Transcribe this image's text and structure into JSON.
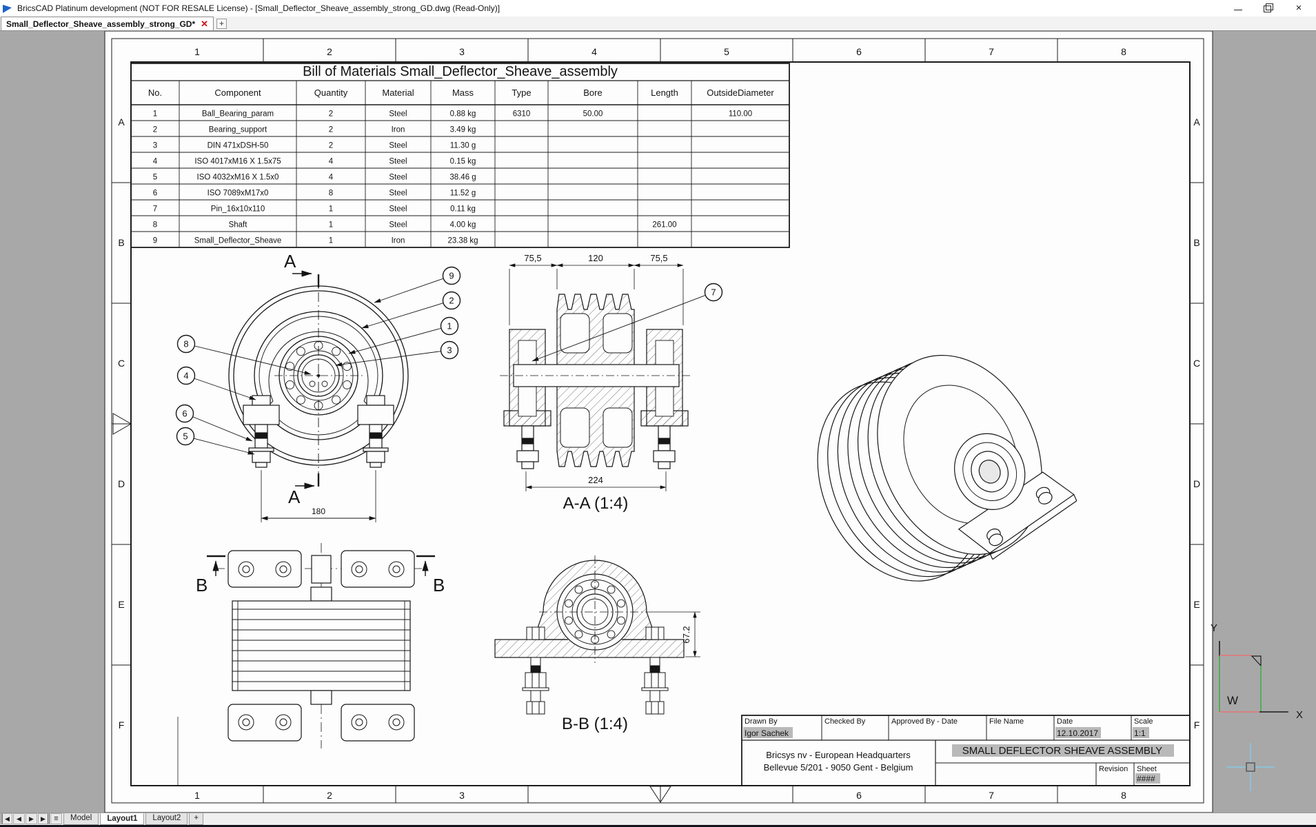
{
  "window": {
    "title": "BricsCAD Platinum development (NOT FOR RESALE License) - [Small_Deflector_Sheave_assembly_strong_GD.dwg (Read-Only)]"
  },
  "doc_tabs": {
    "active": "Small_Deflector_Sheave_assembly_strong_GD*",
    "close": "✕",
    "new": "+"
  },
  "layout_tabs": {
    "tabs": [
      "Model",
      "Layout1",
      "Layout2"
    ],
    "active": "Layout1",
    "add": "+"
  },
  "nav_icons": {
    "first": "◀",
    "prev": "◀",
    "next": "▶",
    "last": "▶",
    "list": "≡"
  },
  "bom": {
    "title": "Bill of Materials Small_Deflector_Sheave_assembly",
    "headers": [
      "No.",
      "Component",
      "Quantity",
      "Material",
      "Mass",
      "Type",
      "Bore",
      "Length",
      "OutsideDiameter"
    ],
    "rows": [
      {
        "no": "1",
        "component": "Ball_Bearing_param",
        "quantity": "2",
        "material": "Steel",
        "mass": "0.88 kg",
        "type": "6310",
        "bore": "50.00",
        "length": "",
        "outside_diameter": "110.00"
      },
      {
        "no": "2",
        "component": "Bearing_support",
        "quantity": "2",
        "material": "Iron",
        "mass": "3.49 kg",
        "type": "",
        "bore": "",
        "length": "",
        "outside_diameter": ""
      },
      {
        "no": "3",
        "component": "DIN 471xDSH-50",
        "quantity": "2",
        "material": "Steel",
        "mass": "11.30 g",
        "type": "",
        "bore": "",
        "length": "",
        "outside_diameter": ""
      },
      {
        "no": "4",
        "component": "ISO 4017xM16 X 1.5x75",
        "quantity": "4",
        "material": "Steel",
        "mass": "0.15 kg",
        "type": "",
        "bore": "",
        "length": "",
        "outside_diameter": ""
      },
      {
        "no": "5",
        "component": "ISO 4032xM16 X 1.5x0",
        "quantity": "4",
        "material": "Steel",
        "mass": "38.46 g",
        "type": "",
        "bore": "",
        "length": "",
        "outside_diameter": ""
      },
      {
        "no": "6",
        "component": "ISO 7089xM17x0",
        "quantity": "8",
        "material": "Steel",
        "mass": "11.52 g",
        "type": "",
        "bore": "",
        "length": "",
        "outside_diameter": ""
      },
      {
        "no": "7",
        "component": "Pin_16x10x110",
        "quantity": "1",
        "material": "Steel",
        "mass": "0.11 kg",
        "type": "",
        "bore": "",
        "length": "",
        "outside_diameter": ""
      },
      {
        "no": "8",
        "component": "Shaft",
        "quantity": "1",
        "material": "Steel",
        "mass": "4.00 kg",
        "type": "",
        "bore": "",
        "length": "261.00",
        "outside_diameter": ""
      },
      {
        "no": "9",
        "component": "Small_Deflector_Sheave",
        "quantity": "1",
        "material": "Iron",
        "mass": "23.38 kg",
        "type": "",
        "bore": "",
        "length": "",
        "outside_diameter": ""
      }
    ]
  },
  "ruler": {
    "top": [
      "1",
      "2",
      "3",
      "4",
      "5",
      "6",
      "7",
      "8"
    ],
    "bottom": [
      "1",
      "2",
      "3",
      "6",
      "7",
      "8"
    ],
    "left": [
      "A",
      "B",
      "C",
      "D",
      "E",
      "F"
    ],
    "right": [
      "A",
      "B",
      "C",
      "D",
      "E",
      "F"
    ]
  },
  "drawing": {
    "front_view": {
      "section_letter_top": "A",
      "section_letter_bottom": "A",
      "dim_width": "180",
      "balloons_left": [
        "8",
        "4",
        "6",
        "5"
      ],
      "balloons_right": [
        "9",
        "2",
        "1",
        "3"
      ]
    },
    "section_aa": {
      "label": "A-A (1:4)",
      "dim_left": "75,5",
      "dim_mid": "120",
      "dim_right": "75,5",
      "dim_total": "224",
      "balloon": "7"
    },
    "side_view": {
      "marker_left": "B",
      "marker_right": "B"
    },
    "section_bb": {
      "label": "B-B (1:4)",
      "dim_height": "67.2",
      "marker": "B"
    }
  },
  "title_block": {
    "drawn_by_label": "Drawn By",
    "drawn_by": "Igor Sachek",
    "checked_by_label": "Checked By",
    "approved_label": "Approved By - Date",
    "file_name_label": "File Name",
    "date_label": "Date",
    "date": "12.10.2017",
    "scale_label": "Scale",
    "scale": "1:1",
    "company_line1": "Bricsys nv - European Headquarters",
    "company_line2": "Bellevue 5/201 - 9050 Gent - Belgium",
    "drawing_title": "SMALL DEFLECTOR SHEAVE ASSEMBLY",
    "revision_label": "Revision",
    "sheet_label": "Sheet",
    "sheet": "####"
  },
  "ucs": {
    "y_axis": "Y",
    "world": "W",
    "x_axis": "X"
  },
  "colors": {
    "accent_green": "#3fae4c",
    "accent_red": "#e87272",
    "crosshair": "#86c9e8",
    "field_highlight": "#b9b9b9",
    "canvas": "#a8a8a8"
  }
}
